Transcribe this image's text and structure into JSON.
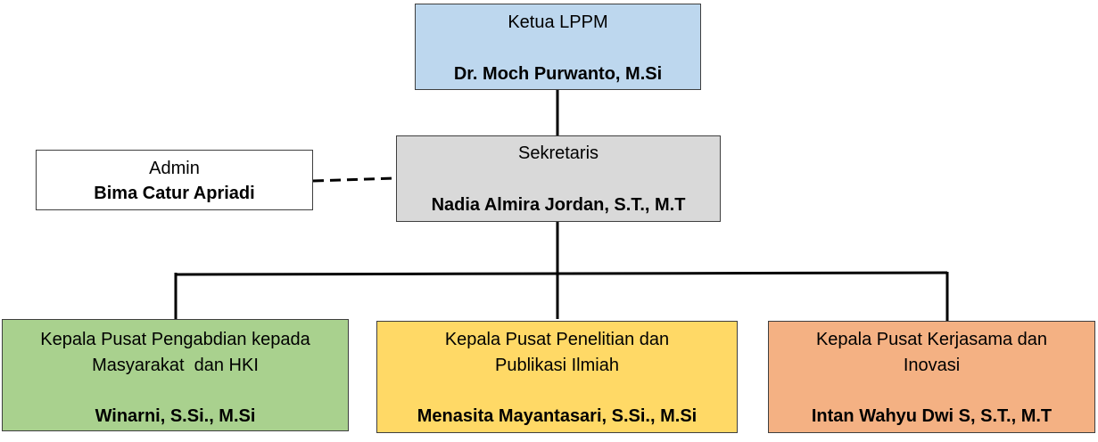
{
  "colors": {
    "ketua_fill": "#bdd7ee",
    "sekretaris_fill": "#d9d9d9",
    "admin_fill": "#ffffff",
    "pengabdian_fill": "#a9d18e",
    "penelitian_fill": "#ffd966",
    "kerjasama_fill": "#f4b183",
    "line": "#000000"
  },
  "ketua": {
    "role": "Ketua LPPM",
    "name": "Dr. Moch Purwanto, M.Si"
  },
  "sekretaris": {
    "role": "Sekretaris",
    "name": "Nadia Almira Jordan, S.T., M.T"
  },
  "admin": {
    "role": "Admin",
    "name": "Bima Catur Apriadi"
  },
  "units": [
    {
      "role_line1": "Kepala Pusat Pengabdian kepada",
      "role_line2": "Masyarakat  dan HKI",
      "name": "Winarni, S.Si., M.Si"
    },
    {
      "role_line1": "Kepala Pusat Penelitian dan",
      "role_line2": "Publikasi Ilmiah",
      "name": "Menasita Mayantasari, S.Si., M.Si"
    },
    {
      "role_line1": "Kepala Pusat Kerjasama dan",
      "role_line2": "Inovasi",
      "name": "Intan Wahyu Dwi S, S.T., M.T"
    }
  ]
}
